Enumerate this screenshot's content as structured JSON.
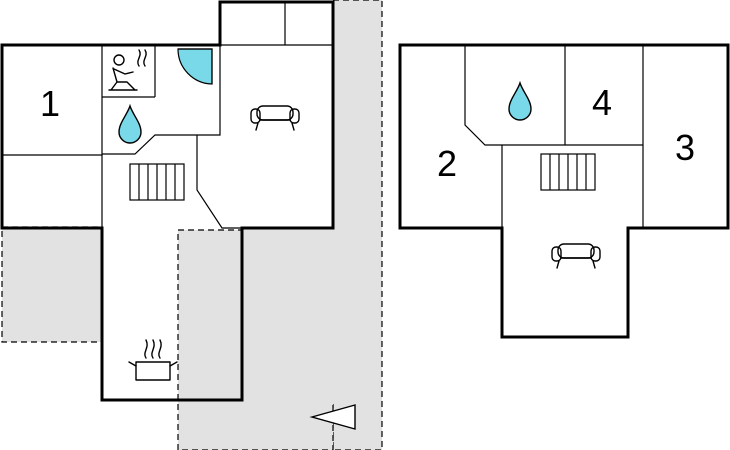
{
  "rooms": [
    {
      "id": "1",
      "label": "1"
    },
    {
      "id": "2",
      "label": "2"
    },
    {
      "id": "3",
      "label": "3"
    },
    {
      "id": "4",
      "label": "4"
    }
  ],
  "colors": {
    "walls": "#000000",
    "outdoor_area": "#e2e2e2",
    "water": "#7ad9e8",
    "background": "#ffffff"
  },
  "icons": {
    "sauna": "sauna-icon",
    "shower": "water-drop-icon",
    "living": "sofa-icon",
    "stairs": "stairs-icon",
    "kitchen": "cooking-pot-icon",
    "direction": "triangle-arrow-icon"
  }
}
